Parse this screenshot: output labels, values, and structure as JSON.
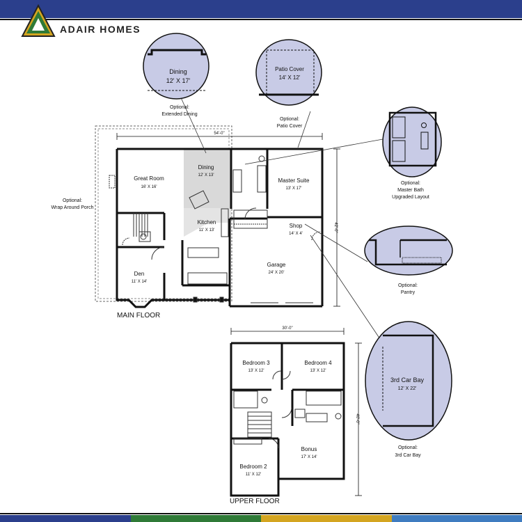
{
  "header": {
    "brand": "ADAIR HOMES"
  },
  "colors": {
    "navy": "#2b3f8c",
    "bubble": "#c8cbe6",
    "dining": "#d9d9d9",
    "green": "#2f7a37",
    "gold": "#d4a520",
    "blue": "#3f7cc0",
    "black": "#111111"
  },
  "footer_colors": [
    "#2b3f8c",
    "#2f7a37",
    "#d4a520",
    "#3f7cc0"
  ],
  "main_floor": {
    "label": "MAIN FLOOR",
    "width_dim": "54'-0\"",
    "depth_dim": "42'-0\"",
    "rooms": {
      "great_room": {
        "name": "Great Room",
        "size": "16' X 16'"
      },
      "dining": {
        "name": "Dining",
        "size": "12' X 13'"
      },
      "master_suite": {
        "name": "Master Suite",
        "size": "13' X 17'"
      },
      "kitchen": {
        "name": "Kitchen",
        "size": "11' X 13'"
      },
      "shop": {
        "name": "Shop",
        "size": "14' X 4'"
      },
      "den": {
        "name": "Den",
        "size": "11' X 14'"
      },
      "garage": {
        "name": "Garage",
        "size": "24' X 20'"
      }
    }
  },
  "upper_floor": {
    "label": "UPPER FLOOR",
    "width_dim": "30'-0\"",
    "depth_dim": "40'-0\"",
    "rooms": {
      "bedroom3": {
        "name": "Bedroom 3",
        "size": "13' X 12'"
      },
      "bedroom4": {
        "name": "Bedroom 4",
        "size": "13' X 12'"
      },
      "bonus": {
        "name": "Bonus",
        "size": "17' X 14'"
      },
      "bedroom2": {
        "name": "Bedroom 2",
        "size": "11' X 12'"
      }
    }
  },
  "options": {
    "extended_dining": {
      "room": "Dining",
      "size": "12' X 17'",
      "caption1": "Optional:",
      "caption2": "Extended Dining"
    },
    "patio_cover": {
      "room": "Patio Cover",
      "size": "14' X 12'",
      "caption1": "Optional:",
      "caption2": "Patio Cover"
    },
    "master_bath": {
      "caption1": "Optional:",
      "caption2": "Master Bath",
      "caption3": "Upgraded Layout"
    },
    "pantry": {
      "caption1": "Optional:",
      "caption2": "Pantry"
    },
    "wrap_porch": {
      "caption1": "Optional:",
      "caption2": "Wrap Around Porch"
    },
    "car_bay": {
      "room": "3rd Car Bay",
      "size": "12' X 22'",
      "caption1": "Optional:",
      "caption2": "3rd Car Bay"
    }
  }
}
